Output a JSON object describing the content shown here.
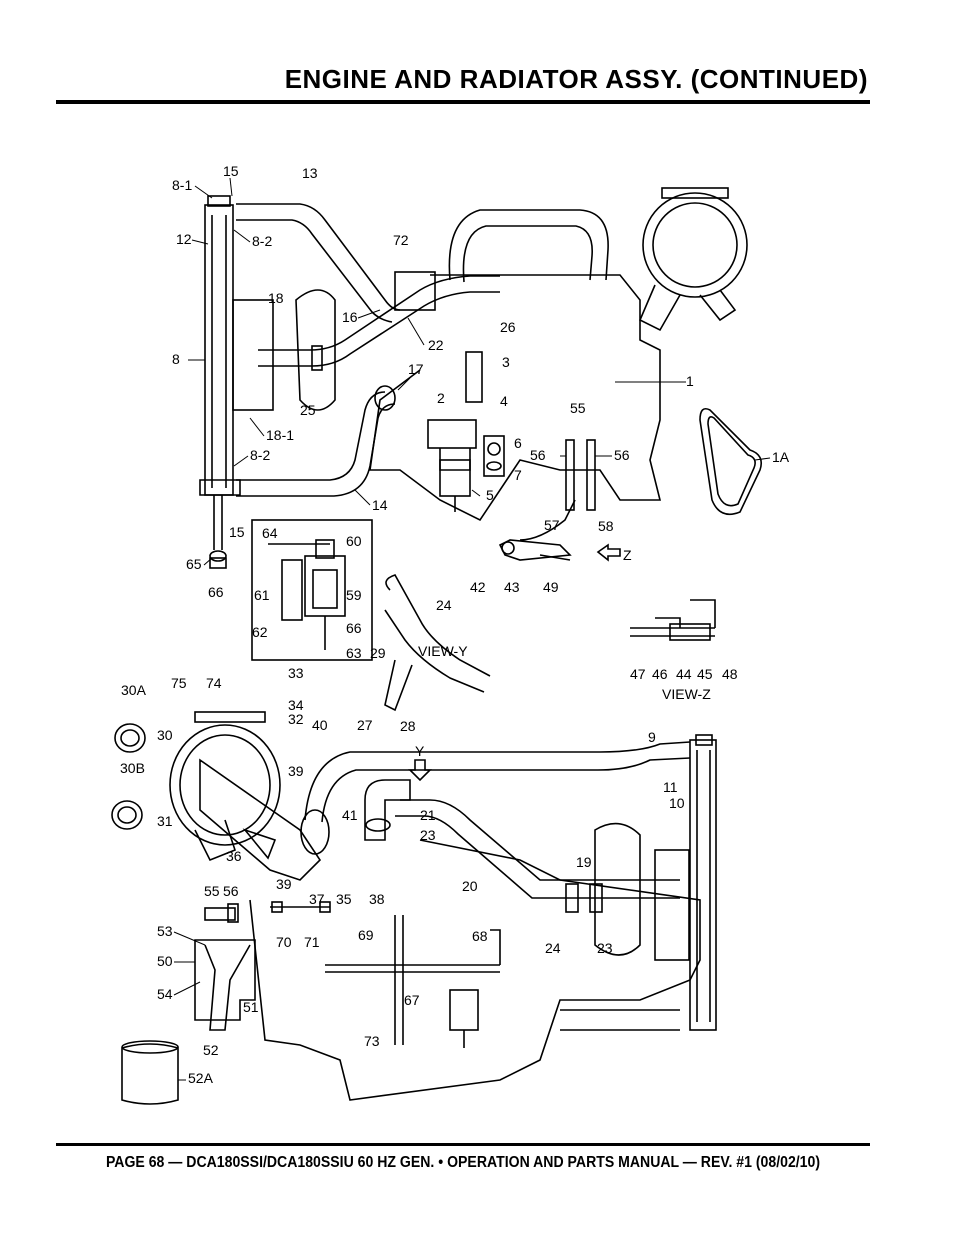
{
  "header": {
    "title": "ENGINE AND RADIATOR ASSY. (CONTINUED)"
  },
  "footer": {
    "text": "PAGE 68 — DCA180SSI/DCA180SSIU 60 HZ GEN. • OPERATION AND PARTS MANUAL — REV. #1 (08/02/10)"
  },
  "diagram": {
    "callouts": [
      "8-1",
      "15",
      "13",
      "12",
      "8-2",
      "72",
      "18",
      "16",
      "22",
      "26",
      "8",
      "3",
      "4",
      "2",
      "1",
      "17",
      "25",
      "18-1",
      "6",
      "7",
      "55",
      "8-2",
      "56",
      "56",
      "1A",
      "14",
      "15",
      "5",
      "57",
      "58",
      "64",
      "60",
      "65",
      "42",
      "43",
      "49",
      "Z",
      "66",
      "61",
      "59",
      "24",
      "66",
      "62",
      "63",
      "VIEW-Y",
      "29",
      "33",
      "47",
      "46",
      "44",
      "45",
      "48",
      "30A",
      "75",
      "74",
      "VIEW-Z",
      "34",
      "32",
      "27",
      "28",
      "40",
      "9",
      "30",
      "Y",
      "39",
      "30B",
      "11",
      "10",
      "41",
      "21",
      "23",
      "31",
      "36",
      "19",
      "39",
      "37",
      "35",
      "38",
      "20",
      "55",
      "56",
      "24",
      "23",
      "53",
      "70",
      "71",
      "69",
      "68",
      "50",
      "54",
      "51",
      "67",
      "52",
      "73",
      "52A"
    ]
  }
}
